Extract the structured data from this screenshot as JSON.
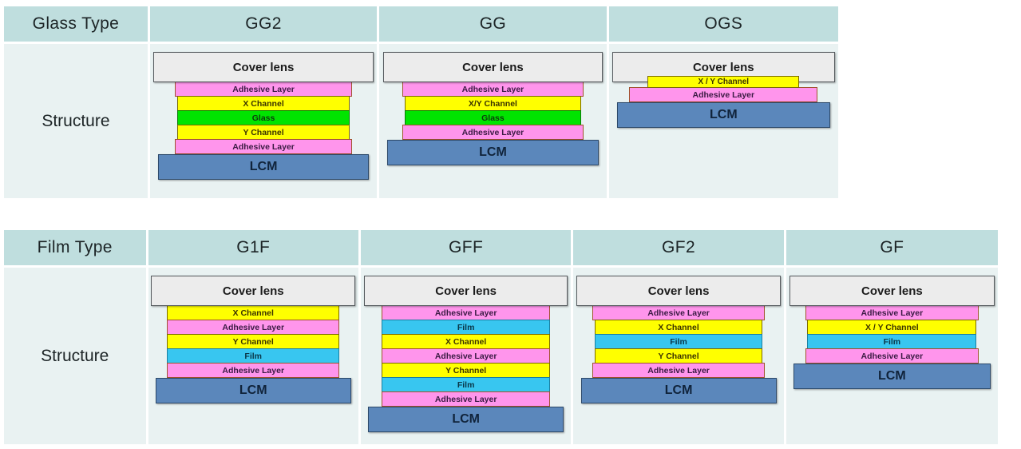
{
  "colors": {
    "header_bg": "#bfdede",
    "cell_bg": "#e9f2f2",
    "cover_lens": "#ececec",
    "adhesive": "#ff95ec",
    "channel": "#ffff00",
    "glass": "#00e400",
    "film": "#38c6f0",
    "lcm": "#5b87bb",
    "bezel": "#050505"
  },
  "labels": {
    "cover_lens": "Cover lens",
    "adhesive": "Adhesive Layer",
    "lcm": "LCM",
    "glass": "Glass",
    "film": "Film",
    "x_channel": "X Channel",
    "y_channel": "Y Channel",
    "xy_channel_slash": "X/Y Channel",
    "xy_channel_spaced": "X / Y Channel"
  },
  "glass_table": {
    "header": [
      "Glass Type",
      "GG2",
      "GG",
      "OGS"
    ],
    "row_label": "Structure",
    "structures": [
      {
        "name": "GG2",
        "layers": [
          {
            "label": "Cover lens",
            "type": "cover",
            "width": 97
          },
          {
            "label": "Adhesive Layer",
            "type": "adhesive",
            "width": 78
          },
          {
            "label": "X Channel",
            "type": "channel",
            "width": 76
          },
          {
            "label": "Glass",
            "type": "glass",
            "width": 76
          },
          {
            "label": "Y Channel",
            "type": "channel",
            "width": 76
          },
          {
            "label": "Adhesive Layer",
            "type": "adhesive",
            "width": 78
          },
          {
            "label": "LCM",
            "type": "lcm",
            "width": 93
          }
        ]
      },
      {
        "name": "GG",
        "layers": [
          {
            "label": "Cover lens",
            "type": "cover",
            "width": 97
          },
          {
            "label": "Adhesive Layer",
            "type": "adhesive",
            "width": 80
          },
          {
            "label": "X/Y Channel",
            "type": "channel",
            "width": 78
          },
          {
            "label": "Glass",
            "type": "glass",
            "width": 78
          },
          {
            "label": "Adhesive Layer",
            "type": "adhesive",
            "width": 80
          },
          {
            "label": "LCM",
            "type": "lcm",
            "width": 93
          }
        ]
      },
      {
        "name": "OGS",
        "layers": [
          {
            "label": "Cover lens",
            "type": "cover",
            "width": 97
          },
          {
            "label": "X / Y Channel",
            "type": "floatch",
            "width": 66
          },
          {
            "label": "Adhesive Layer",
            "type": "adhesive",
            "width": 82
          },
          {
            "label": "LCM",
            "type": "lcm",
            "width": 93
          }
        ]
      }
    ]
  },
  "film_table": {
    "header": [
      "Film Type",
      "G1F",
      "GFF",
      "GF2",
      "GF"
    ],
    "row_label": "Structure",
    "structures": [
      {
        "name": "G1F",
        "layers": [
          {
            "label": "Cover lens",
            "type": "cover",
            "width": 97
          },
          {
            "label": "X Channel",
            "type": "channel",
            "width": 82
          },
          {
            "label": "Adhesive Layer",
            "type": "adhesive",
            "width": 82
          },
          {
            "label": "Y Channel",
            "type": "channel",
            "width": 82
          },
          {
            "label": "Film",
            "type": "film",
            "width": 82
          },
          {
            "label": "Adhesive Layer",
            "type": "adhesive",
            "width": 82
          },
          {
            "label": "LCM",
            "type": "lcm",
            "width": 93
          }
        ]
      },
      {
        "name": "GFF",
        "layers": [
          {
            "label": "Cover lens",
            "type": "cover",
            "width": 97
          },
          {
            "label": "Adhesive Layer",
            "type": "adhesive",
            "width": 80
          },
          {
            "label": "Film",
            "type": "film",
            "width": 80
          },
          {
            "label": "X Channel",
            "type": "channel",
            "width": 80
          },
          {
            "label": "Adhesive Layer",
            "type": "adhesive",
            "width": 80
          },
          {
            "label": "Y Channel",
            "type": "channel",
            "width": 80
          },
          {
            "label": "Film",
            "type": "film",
            "width": 80
          },
          {
            "label": "Adhesive Layer",
            "type": "adhesive",
            "width": 80
          },
          {
            "label": "LCM",
            "type": "lcm",
            "width": 93
          }
        ]
      },
      {
        "name": "GF2",
        "layers": [
          {
            "label": "Cover lens",
            "type": "cover",
            "width": 97
          },
          {
            "label": "Adhesive Layer",
            "type": "adhesive",
            "width": 82
          },
          {
            "label": "X Channel",
            "type": "channel",
            "width": 80
          },
          {
            "label": "Film",
            "type": "film",
            "width": 80
          },
          {
            "label": "Y Channel",
            "type": "channel",
            "width": 80
          },
          {
            "label": "Adhesive Layer",
            "type": "adhesive",
            "width": 82
          },
          {
            "label": "LCM",
            "type": "lcm",
            "width": 93
          }
        ]
      },
      {
        "name": "GF",
        "layers": [
          {
            "label": "Cover lens",
            "type": "cover",
            "width": 97
          },
          {
            "label": "Adhesive Layer",
            "type": "adhesive",
            "width": 82
          },
          {
            "label": "X / Y Channel",
            "type": "channel",
            "width": 80
          },
          {
            "label": "Film",
            "type": "film",
            "width": 80
          },
          {
            "label": "Adhesive Layer",
            "type": "adhesive",
            "width": 82
          },
          {
            "label": "LCM",
            "type": "lcm",
            "width": 93
          }
        ]
      }
    ]
  }
}
